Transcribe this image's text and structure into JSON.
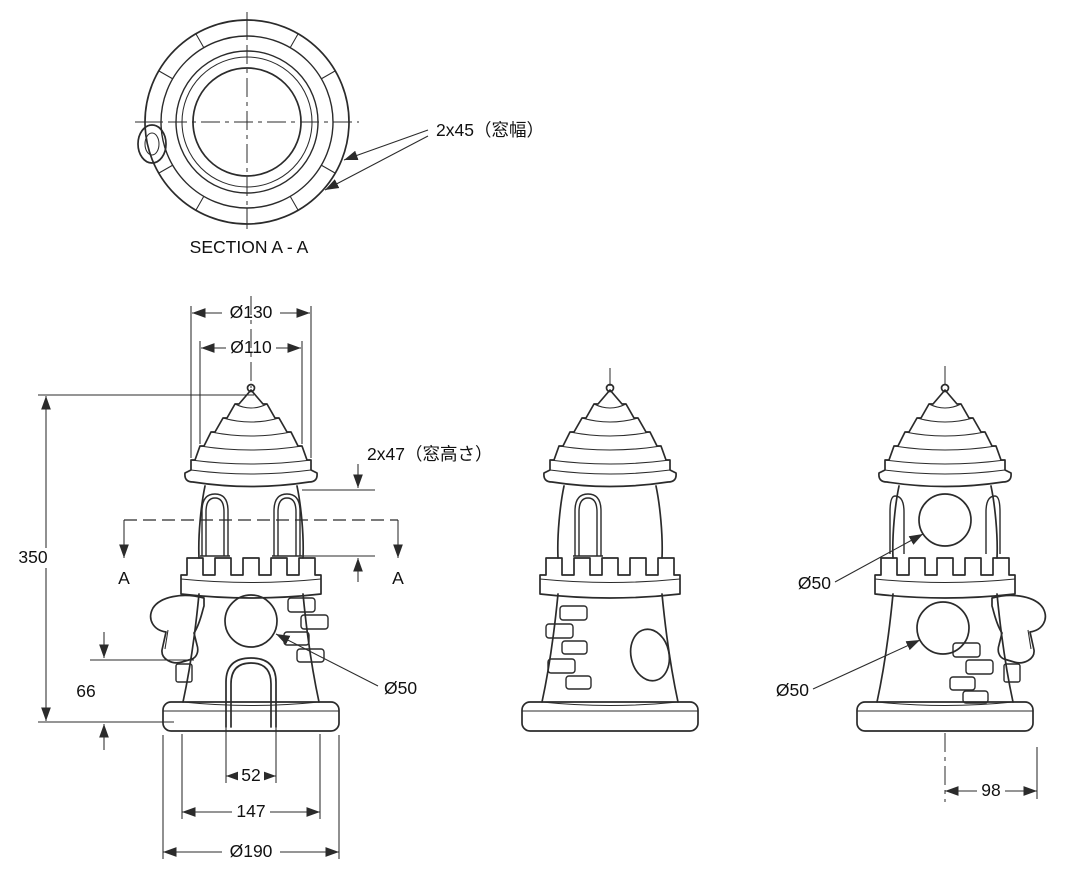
{
  "drawing": {
    "section_title": "SECTION A - A",
    "section_marker": "A",
    "labels": {
      "window_width": "2x45（窓幅）",
      "window_height": "2x47（窓高さ）",
      "dia130": "Ø130",
      "dia110": "Ø110",
      "height_350": "350",
      "height_66": "66",
      "dia50_front": "Ø50",
      "width_52": "52",
      "width_147": "147",
      "dia190": "Ø190",
      "dia50_back_upper": "Ø50",
      "dia50_back_lower": "Ø50",
      "width_98": "98"
    },
    "colors": {
      "line": "#2b2b2b",
      "background": "#ffffff"
    }
  }
}
